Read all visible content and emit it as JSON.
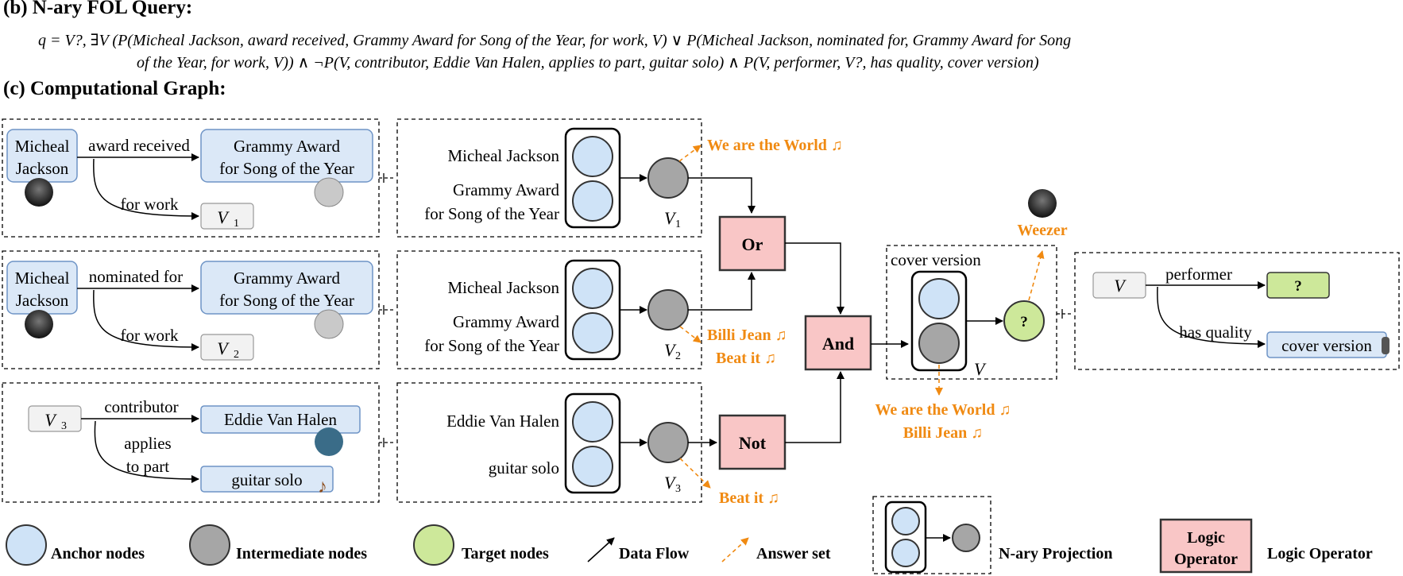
{
  "header_b": "(b) N-ary FOL Query:",
  "formula_line1": "q = V?, ∃V (P(Micheal Jackson, award received, Grammy Award for Song of the Year, for work, V) ∨ P(Micheal Jackson, nominated for, Grammy Award for Song",
  "formula_line2": "of the Year, for work, V)) ∧ ¬P(V, contributor, Eddie Van Halen, applies to part, guitar solo) ∧ P(V, performer, V?, has quality, cover version)",
  "header_c": "(c) Computational Graph:",
  "panels": {
    "p1": {
      "subject": [
        "Micheal",
        "Jackson"
      ],
      "relation": "award received",
      "object": [
        "Grammy Award",
        "for Song of the Year"
      ],
      "qualifier": "for work",
      "var": "V",
      "var_sub": "1"
    },
    "p2": {
      "subject": [
        "Micheal",
        "Jackson"
      ],
      "relation": "nominated for",
      "object": [
        "Grammy Award",
        "for Song of the Year"
      ],
      "qualifier": "for work",
      "var": "V",
      "var_sub": "2"
    },
    "p3": {
      "subject": "V",
      "subject_sub": "3",
      "relation": "contributor",
      "object": "Eddie Van Halen",
      "qualifier": [
        "applies",
        "to part"
      ],
      "object2": "guitar solo"
    }
  },
  "projections": {
    "r1": {
      "labels": [
        "Micheal Jackson",
        "Grammy Award",
        "for Song of the Year"
      ],
      "var": "V",
      "var_sub": "1"
    },
    "r2": {
      "labels": [
        "Micheal Jackson",
        "Grammy Award",
        "for Song of the Year"
      ],
      "var": "V",
      "var_sub": "2"
    },
    "r3": {
      "labels": [
        "Eddie Van Halen",
        "guitar solo"
      ],
      "var": "V",
      "var_sub": "3"
    }
  },
  "answers": {
    "a1": "We are the World ♫",
    "a2": [
      "Billi Jean ♫",
      "Beat it ♫"
    ],
    "a3": "Beat it ♫",
    "a4": [
      "We are the World ♫",
      "Billi Jean ♫"
    ],
    "a5": "Weezer"
  },
  "operators": {
    "or": "Or",
    "and": "And",
    "not": "Not"
  },
  "final": {
    "qualifier_label": "cover version",
    "var": "V",
    "target": "?"
  },
  "right_panel": {
    "var": "V",
    "relation": "performer",
    "target": "?",
    "qualifier": "has quality",
    "object": "cover version"
  },
  "legend": {
    "anchor": "Anchor  nodes",
    "intermediate": "Intermediate nodes",
    "target": "Target nodes",
    "dataflow": "Data Flow",
    "answerset": "Answer set",
    "nary": "N-ary Projection",
    "logic_box": [
      "Logic",
      "Operator"
    ],
    "logic": "Logic Operator"
  },
  "colors": {
    "anchor": "#cfe3f7",
    "intermediate": "#a6a6a6",
    "target": "#cde89a",
    "operator": "#f9c6c6",
    "answer": "#f08a12",
    "entity": "#dbe8f7"
  }
}
